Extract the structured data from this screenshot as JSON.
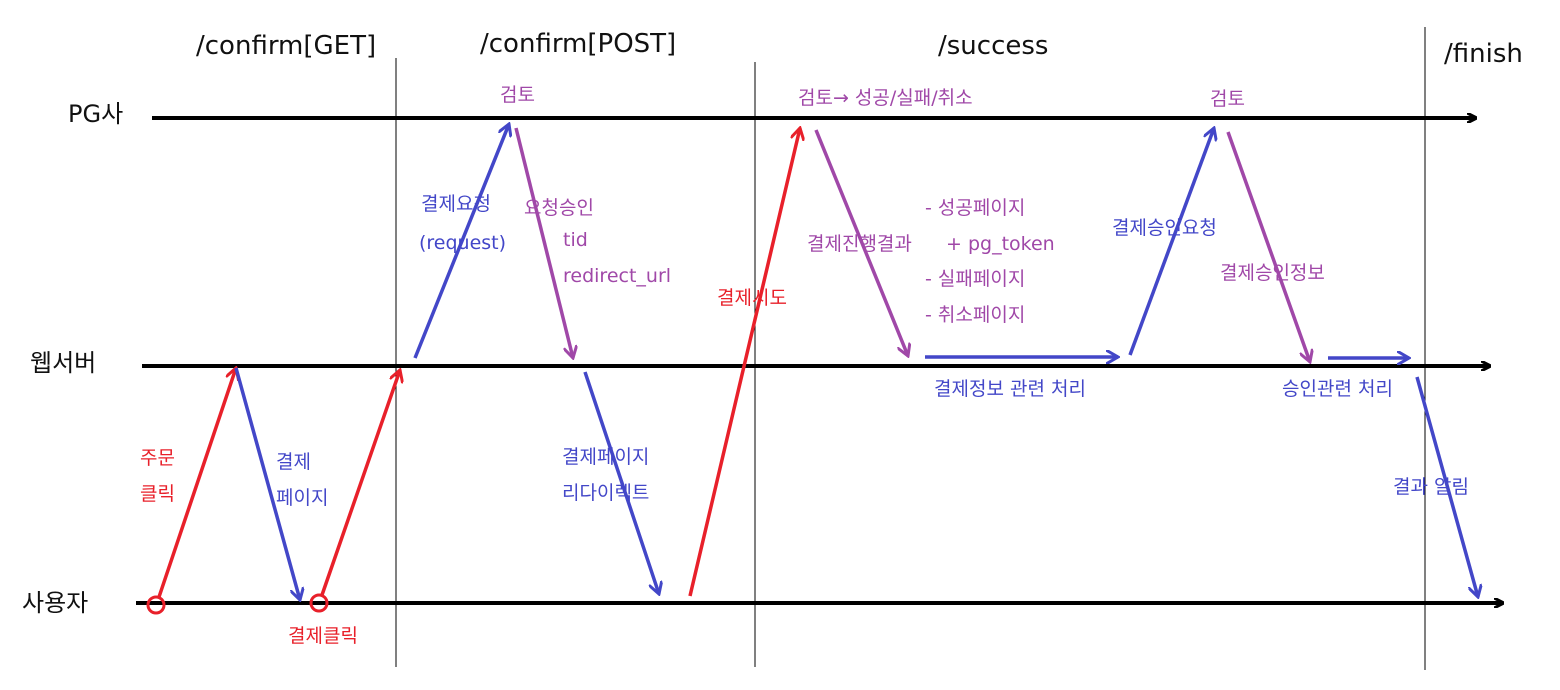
{
  "colors": {
    "red": "#e8202a",
    "blue": "#4347c8",
    "purple": "#a048a8",
    "line": "#000000"
  },
  "phases": [
    "/confirm[GET]",
    "/confirm[POST]",
    "/success",
    "/finish"
  ],
  "actors": {
    "pg": "PG사",
    "web": "웹서버",
    "user": "사용자"
  },
  "labels": {
    "order_click": [
      "주문",
      "클릭"
    ],
    "pay_page": [
      "결제",
      "페이지"
    ],
    "pay_click": "결제클릭",
    "pay_request": [
      "결제요청",
      "(request)"
    ],
    "review1": "검토",
    "req_approval": [
      "요청승인",
      "tid",
      "redirect_url"
    ],
    "pay_page_redirect": [
      "결제페이지",
      "리다이렉트"
    ],
    "pay_attempt": "결제시도",
    "review2": "검토→ 성공/실패/취소",
    "pay_progress_result": "결제진행결과",
    "result_pages": [
      "- 성공페이지",
      "+ pg_token",
      "- 실패페이지",
      "- 취소페이지"
    ],
    "pay_info_processing": "결제정보 관련 처리",
    "pay_approval_request": "결제승인요청",
    "review3": "검토",
    "pay_approval_info": "결제승인정보",
    "approval_processing": "승인관련 처리",
    "result_notice": "결과 알림"
  }
}
